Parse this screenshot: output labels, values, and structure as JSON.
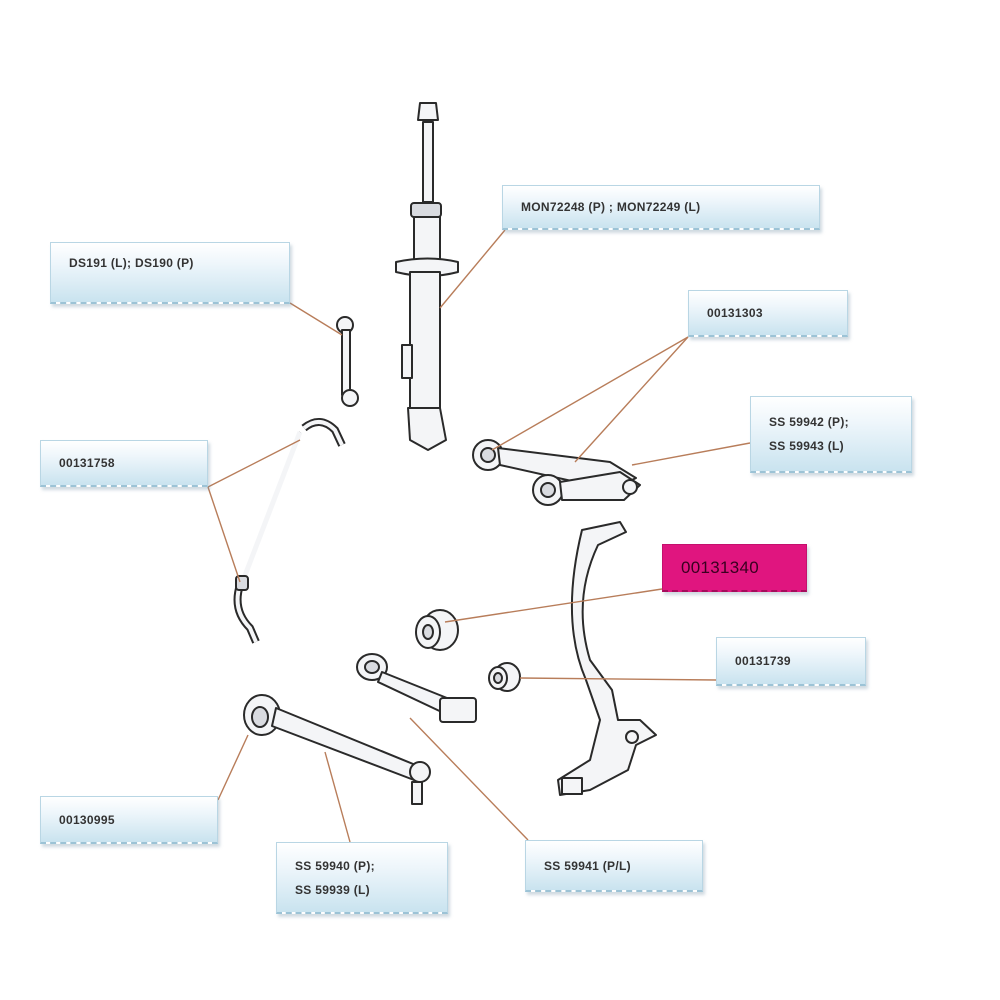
{
  "labels": {
    "shock": "MON72248 (P) ;  MON72249 (L)",
    "stab_link": "DS191 (L);   DS190  (P)",
    "upper_bushing": "00131303",
    "upper_arm_line1": "SS 59942 (P);",
    "upper_arm_line2": "SS 59943 (L)",
    "stabilizer": "00131758",
    "knuckle_bushing": "00131340",
    "small_bushing": "00131739",
    "lower_bushing": "00130995",
    "lower_arm_line1": "SS 59940 (P);",
    "lower_arm_line2": "SS 59939 (L)",
    "strut_rod": "SS 59941 (P/L)"
  },
  "colors": {
    "highlight": "#e0157f",
    "label_blue": "#c9e3ef",
    "leader": "#b87d5a"
  }
}
